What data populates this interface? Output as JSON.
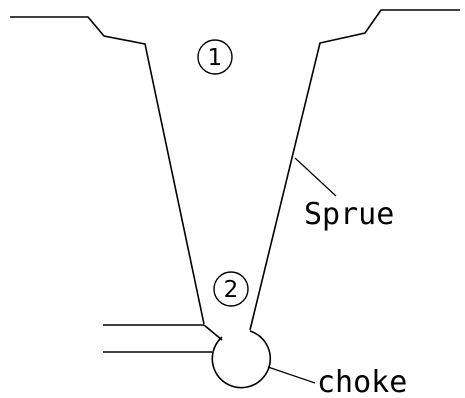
{
  "diagram": {
    "markers": {
      "top": "1",
      "bottom": "2"
    },
    "labels": {
      "sprue": "Sprue",
      "choke": "choke"
    }
  }
}
